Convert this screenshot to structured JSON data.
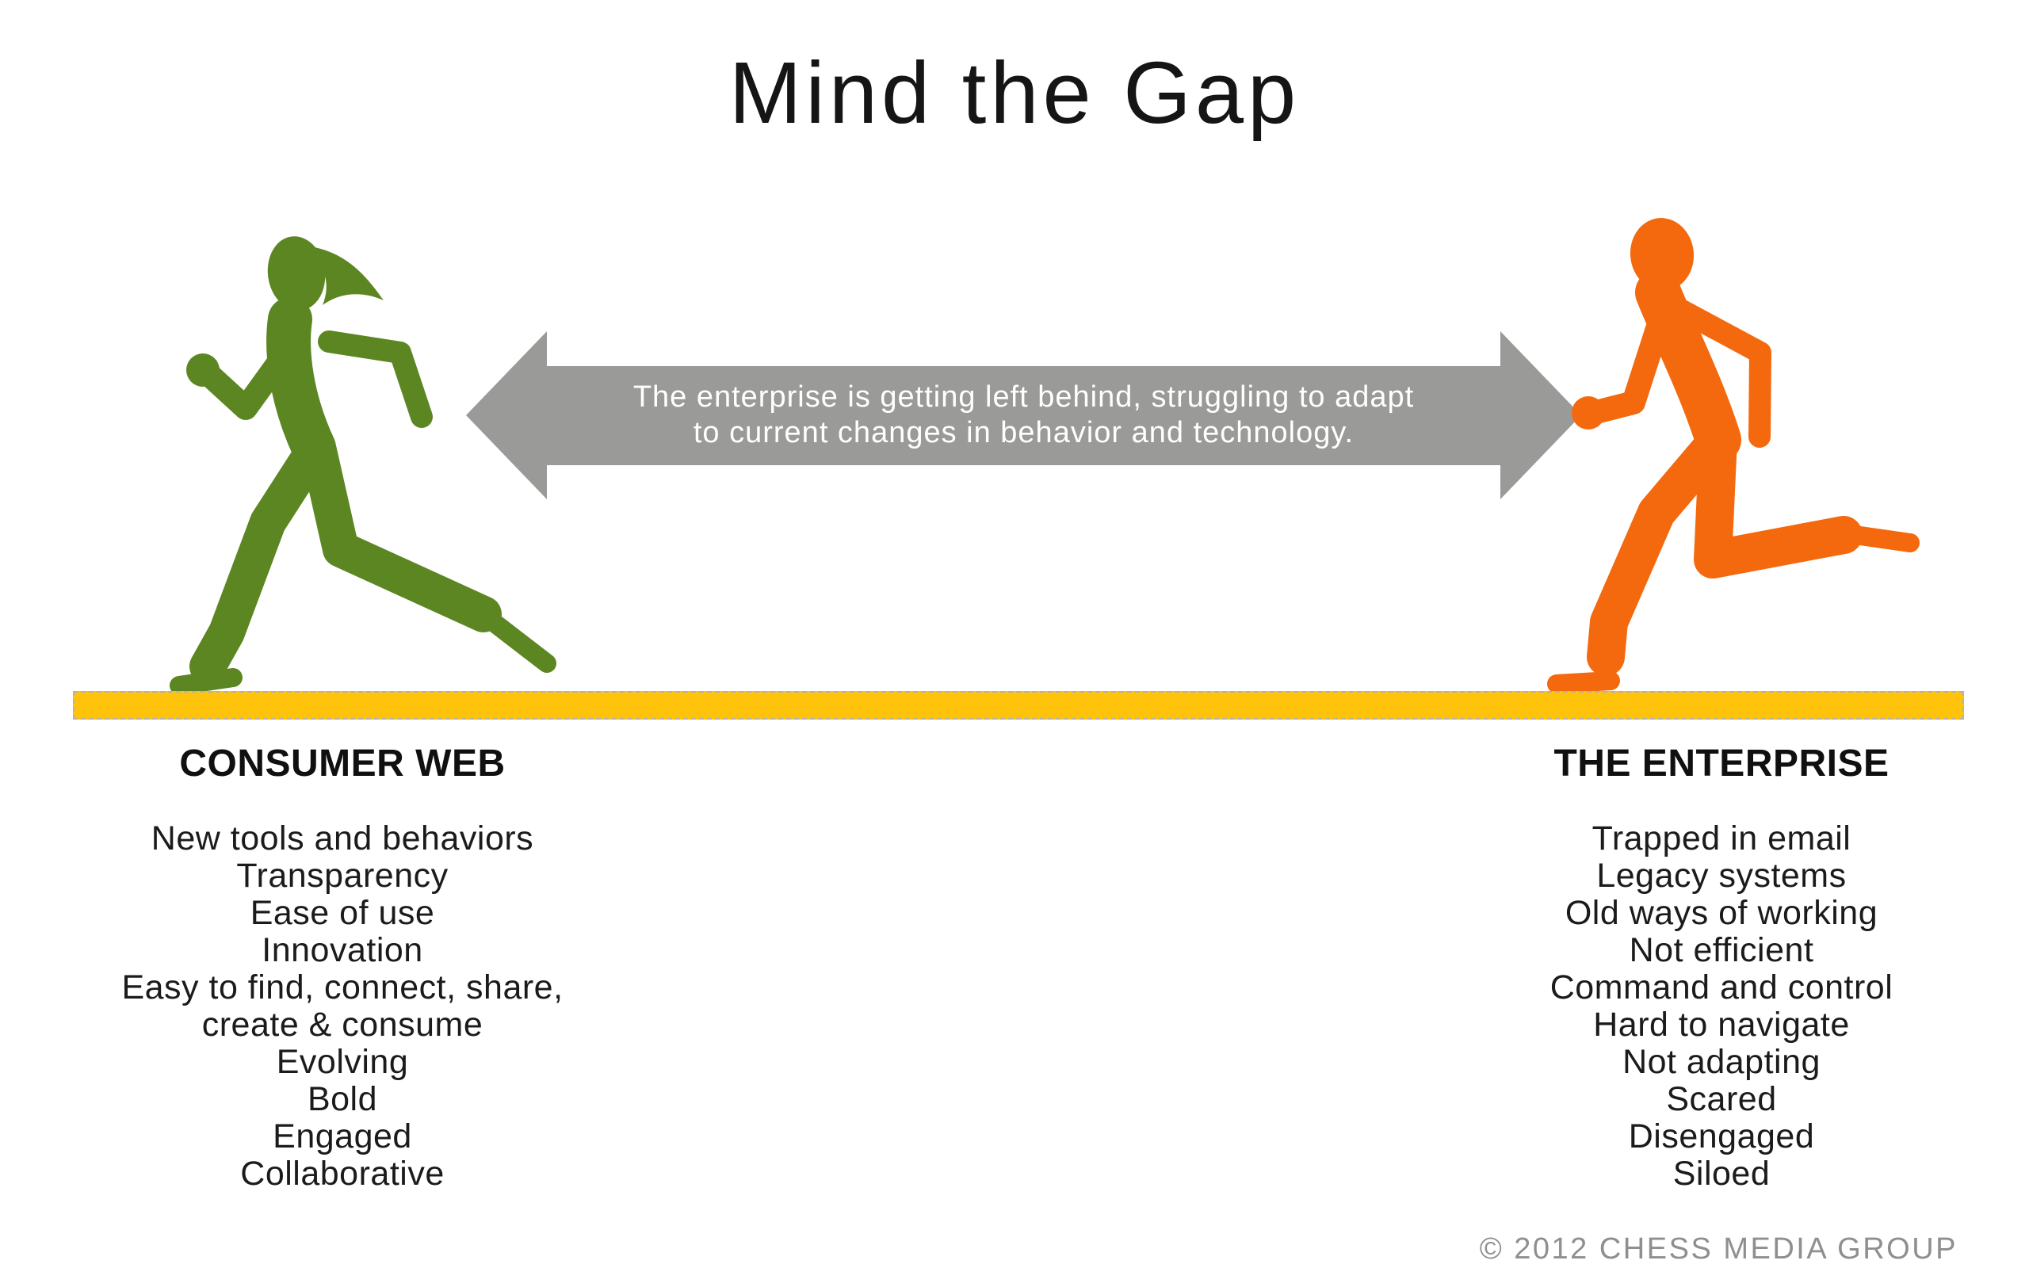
{
  "title": "Mind the Gap",
  "gap_arrow": {
    "line1": "The enterprise is getting left behind, struggling to adapt",
    "line2": "to current changes in behavior and technology."
  },
  "left_column": {
    "heading": "CONSUMER WEB",
    "items": [
      "New tools and behaviors",
      "Transparency",
      "Ease of use",
      "Innovation",
      "Easy to find, connect, share,",
      "create & consume",
      "Evolving",
      "Bold",
      "Engaged",
      "Collaborative"
    ]
  },
  "right_column": {
    "heading": "THE ENTERPRISE",
    "items": [
      "Trapped in email",
      "Legacy systems",
      "Old ways of working",
      "Not efficient",
      "Command and control",
      "Hard to navigate",
      "Not adapting",
      "Scared",
      "Disengaged",
      "Siloed"
    ]
  },
  "footer": {
    "copyright": "© 2012 CHESS MEDIA GROUP"
  },
  "colors": {
    "green-runner": "#5c8621",
    "orange-runner": "#f4690e",
    "track-yellow": "#ffc30b",
    "arrow-gray": "#9a9a98"
  }
}
